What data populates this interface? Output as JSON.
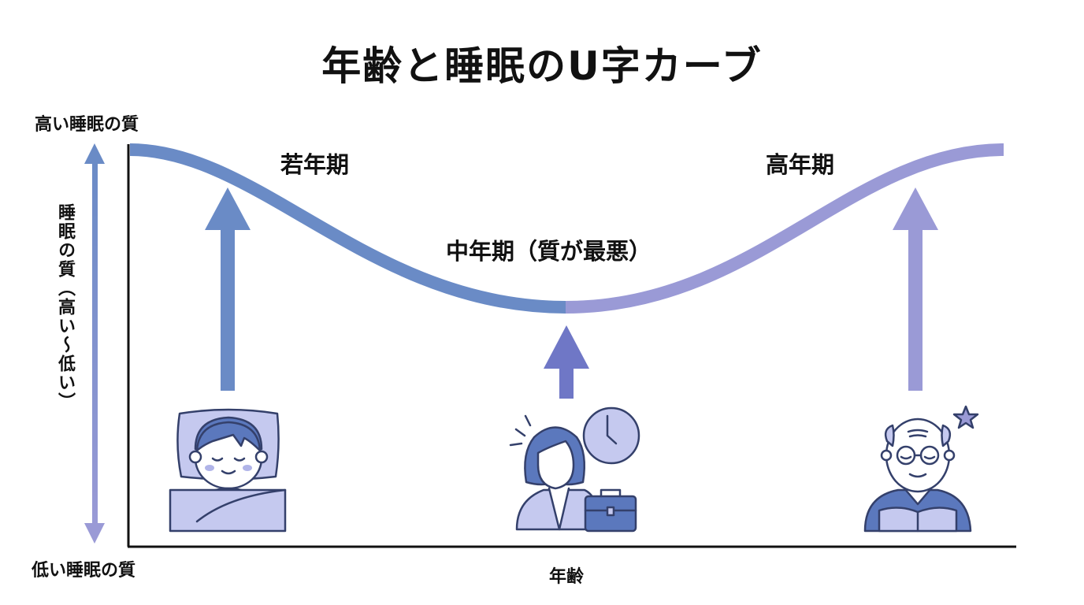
{
  "title": "年齢と睡眠のU字カーブ",
  "axes": {
    "y_top_label": "高い睡眠の質",
    "y_bottom_label": "低い睡眠の質",
    "y_title": "睡眠の質（高い～低い）",
    "x_title": "年齢"
  },
  "stages": [
    {
      "label": "若年期",
      "icon": "sleeping-child-icon"
    },
    {
      "label": "中年期（質が最悪）",
      "icon": "busy-woman-icon"
    },
    {
      "label": "高年期",
      "icon": "elderly-man-reading-icon"
    }
  ],
  "curve": {
    "shape": "U",
    "relative_quality": [
      1.0,
      0.0,
      1.0
    ]
  },
  "colors": {
    "blue": "#6a8bc6",
    "purple": "#9a9ad6",
    "mid_arrow": "#6f77c6",
    "icon_fill": "#c5c9ef",
    "icon_dark": "#5b78bd",
    "outline": "#34406b",
    "text": "#111111"
  }
}
